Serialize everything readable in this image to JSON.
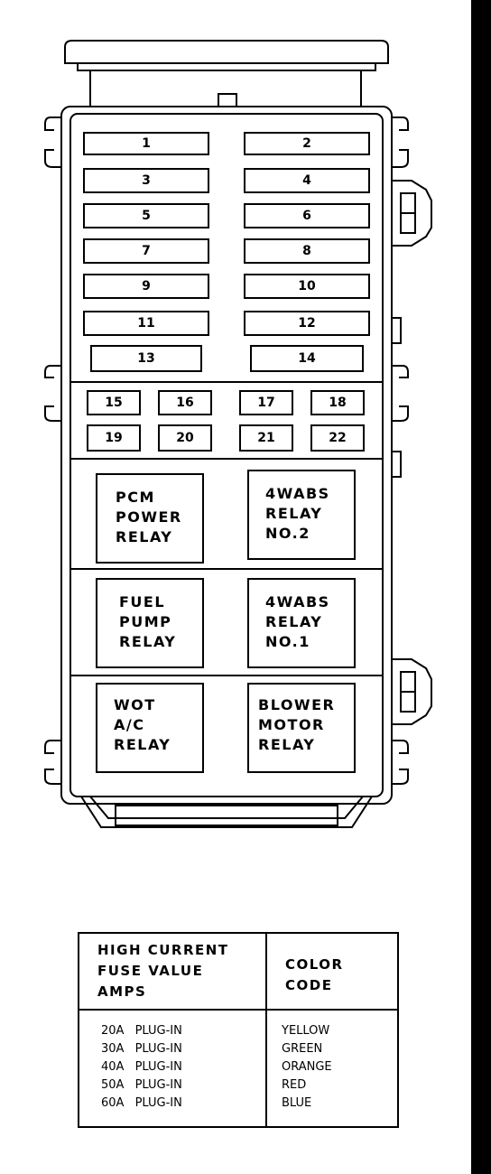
{
  "fuses": [
    {
      "label": "1"
    },
    {
      "label": "2"
    },
    {
      "label": "3"
    },
    {
      "label": "4"
    },
    {
      "label": "5"
    },
    {
      "label": "6"
    },
    {
      "label": "7"
    },
    {
      "label": "8"
    },
    {
      "label": "9"
    },
    {
      "label": "10"
    },
    {
      "label": "11"
    },
    {
      "label": "12"
    },
    {
      "label": "13"
    },
    {
      "label": "14"
    },
    {
      "label": "15"
    },
    {
      "label": "16"
    },
    {
      "label": "17"
    },
    {
      "label": "18"
    },
    {
      "label": "19"
    },
    {
      "label": "20"
    },
    {
      "label": "21"
    },
    {
      "label": "22"
    }
  ],
  "relays": [
    {
      "label": "PCM\nPOWER\nRELAY"
    },
    {
      "label": "4WABS\nRELAY\nNO.2"
    },
    {
      "label": "FUEL\nPUMP\nRELAY"
    },
    {
      "label": "4WABS\nRELAY\nNO.1"
    },
    {
      "label": "WOT\nA/C\nRELAY"
    },
    {
      "label": "BLOWER\nMOTOR\nRELAY"
    }
  ],
  "legend": {
    "header_left": "HIGH CURRENT\nFUSE VALUE\nAMPS",
    "header_right": "COLOR\nCODE",
    "values": "20A PLUG-IN\n30A PLUG-IN\n40A PLUG-IN\n50A PLUG-IN\n60A PLUG-IN",
    "colors": "YELLOW\nGREEN\nORANGE\nRED\nBLUE"
  }
}
